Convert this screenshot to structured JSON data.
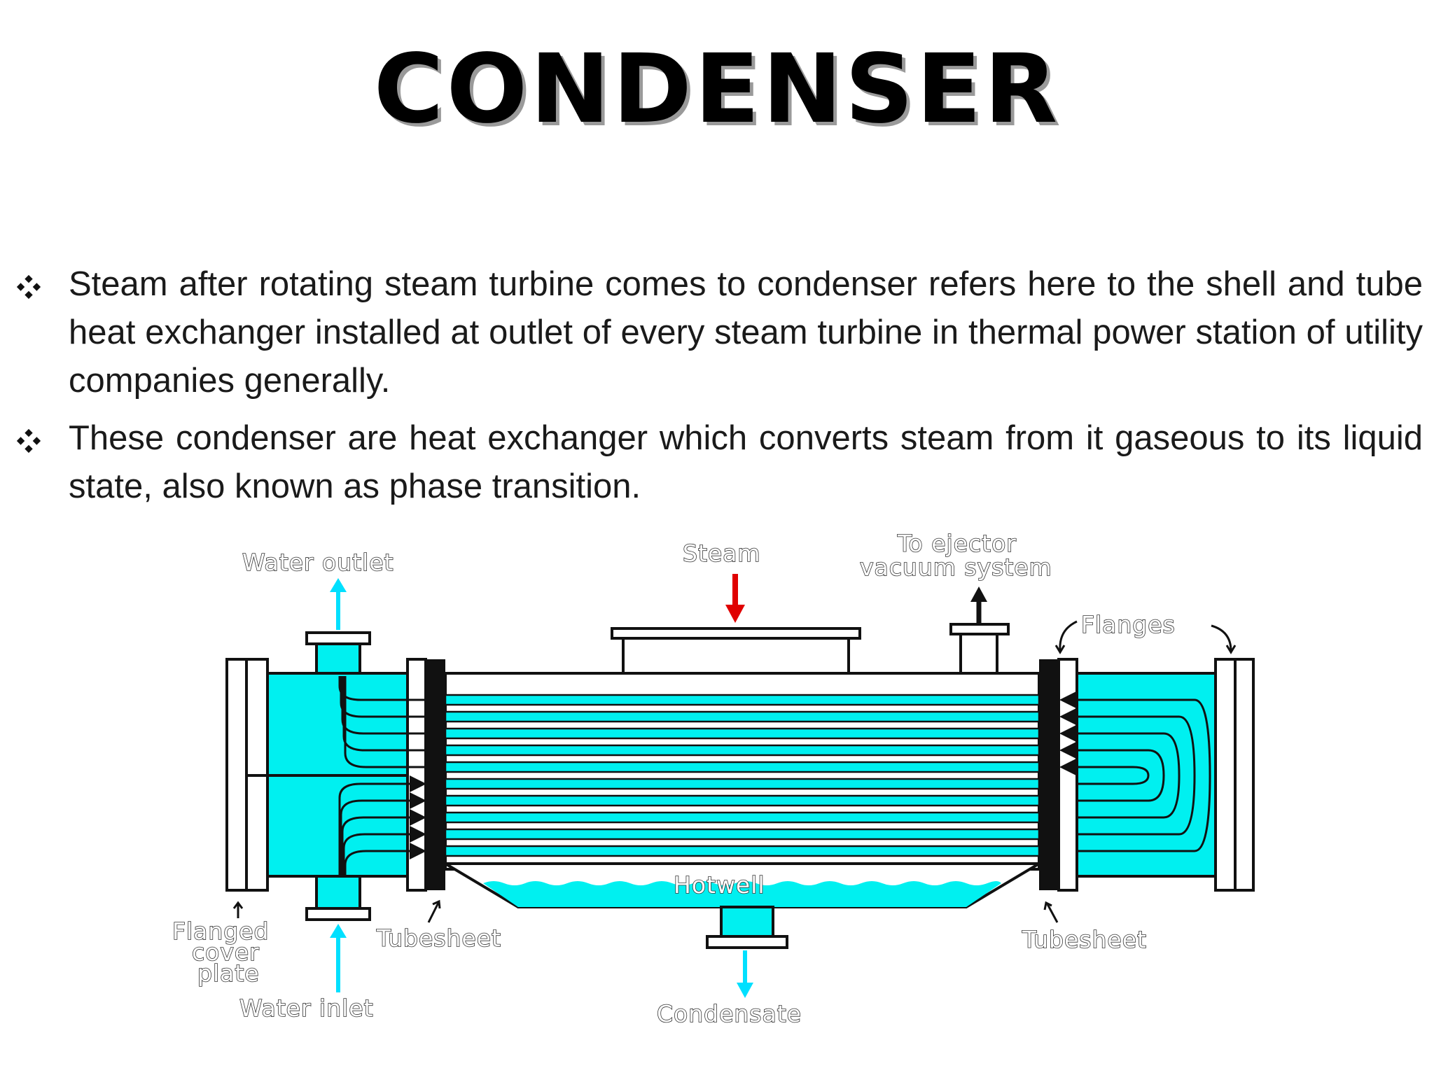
{
  "slide": {
    "title": "CONDENSER",
    "bullets": [
      "Steam after rotating steam turbine comes to condenser refers here to the shell and tube heat exchanger installed at outlet of every steam turbine in thermal power station of utility companies generally.",
      "These condenser are heat exchanger which converts steam from it gaseous to its liquid state, also known as phase transition."
    ],
    "bullet_icon": "four-diamond-bullet-icon"
  },
  "diagram": {
    "labels": {
      "water_outlet": "Water outlet",
      "steam": "Steam",
      "to_ejector_line1": "To ejector",
      "to_ejector_line2": "vacuum system",
      "flanges": "Flanges",
      "hotwell": "Hotwell",
      "flanged_line1": "Flanged",
      "flanged_line2": "cover",
      "flanged_line3": "plate",
      "tubesheet_left": "Tubesheet",
      "tubesheet_right": "Tubesheet",
      "water_inlet": "Water inlet",
      "condensate": "Condensate"
    },
    "colors": {
      "water": "#00f0f0",
      "steam_arrow": "#e00000",
      "flow_arrow": "#00e0ff",
      "outline": "#111111"
    }
  }
}
